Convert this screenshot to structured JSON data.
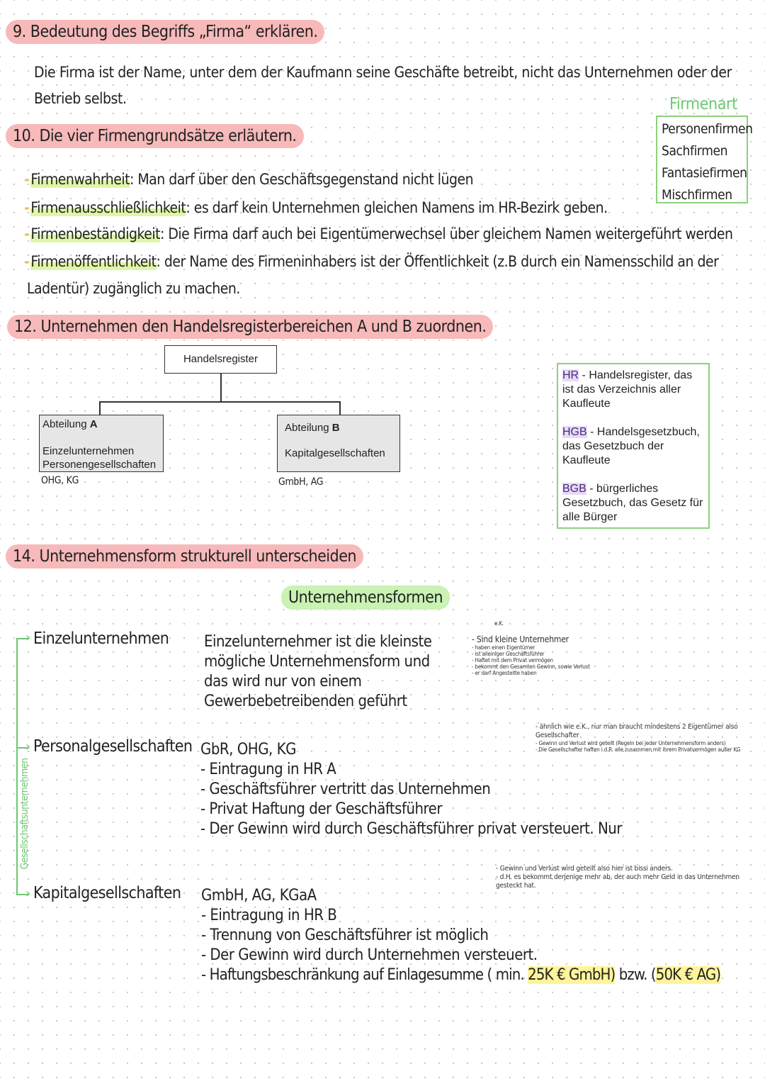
{
  "q9": {
    "heading": "9. Bedeutung des Begriffs „Firma“ erklären.",
    "text1": "Die Firma ist der Name, unter dem der Kaufmann seine Geschäfte betreibt, nicht das Unternehmen oder der",
    "text2": "Betrieb selbst."
  },
  "firmenart": {
    "title": "Firmenart",
    "items": [
      "Personenfirmen",
      "Sachfirmen",
      "Fantasiefirmen",
      "Mischfirmen"
    ]
  },
  "q10": {
    "heading": "10. Die vier Firmengrundsätze erläutern.",
    "bullets": [
      {
        "term": "Firmenwahrheit",
        "text": ": Man darf über den Geschäftsgegenstand nicht lügen"
      },
      {
        "term": "Firmenausschließlichkeit",
        "text": ": es darf kein Unternehmen gleichen Namens im HR-Bezirk geben."
      },
      {
        "term": "Firmenbeständigkeit",
        "text": ": Die Firma darf auch bei Eigentümerwechsel über gleichem Namen weitergeführt werden"
      },
      {
        "term": "Firmenöffentlichkeit",
        "text": ": der Name des Firmeninhabers ist der Öffentlichkeit (z.B durch ein Namensschild an der"
      }
    ],
    "continuation": "Ladentür) zugänglich zu machen."
  },
  "q12": {
    "heading": "12. Unternehmen den Handelsregisterbereichen A und B zuordnen.",
    "root": "Handelsregister",
    "a_prefix": "Abteilung ",
    "a_letter": "A",
    "a_line1": "Einzelunternehmen",
    "a_line2": "Personengesellschaften",
    "a_note": "OHG, KG",
    "b_prefix": "Abteilung ",
    "b_letter": "B",
    "b_line1": "Kapitalgesellschaften",
    "b_note": "GmbH, AG",
    "legend": [
      {
        "abbr": "HR",
        "text": " - Handelsregister, das ist das Verzeichnis aller Kaufleute"
      },
      {
        "abbr": "HGB",
        "text": " - Handelsgesetzbuch, das Gesetzbuch der Kaufleute"
      },
      {
        "abbr": "BGB",
        "text": " - bürgerliches Gesetzbuch, das Gesetz für alle Bürger"
      }
    ]
  },
  "q14": {
    "heading": "14. Unternehmensform strukturell unterscheiden",
    "center": "Unternehmensformen",
    "side_label": "Gesellschaftsunternehmen",
    "einzel": {
      "label": "Einzelunternehmen",
      "lines": [
        "Einzelunternehmer ist die kleinste",
        "mögliche Unternehmensform und",
        "das wird nur von einem",
        "Gewerbebetreibenden geführt"
      ],
      "note_title": "e.K.",
      "notes": [
        "- Sind kleine Unternehmer",
        "- haben einen Eigentümer",
        "- ist alleiniger Geschäftsführer",
        "- Haftet mit dem Privat vermögen",
        "- bekommt den Gesamten Gewinn, sowie Verlust",
        "- er darf Angestellte haben"
      ]
    },
    "personal": {
      "label": "Personalgesellschaften",
      "lines": [
        "GbR, OHG, KG",
        "- Eintragung in HR A",
        "- Geschäftsführer vertritt das Unternehmen",
        "- Privat Haftung der Geschäftsführer",
        "- Der Gewinn wird durch Geschäftsführer privat versteuert. Nur"
      ],
      "notes": [
        "- ähnlich wie e.K., nur man braucht mindestens 2 Eigentümer also Gesellschafter",
        "- Gewinn und Verlust wird geteilt (Regeln bei jeder Unternehmensform anders)",
        "- Die Gesellschafter haften i.d.R. alle zusammen mit ihrem Privatvermögen außer KG"
      ]
    },
    "kapital": {
      "label": "Kapitalgesellschaften",
      "lines": [
        "GmbH, AG, KGaA",
        "- Eintragung in HR B",
        "- Trennung von Geschäftsführer ist möglich",
        "- Der Gewinn wird durch Unternehmen versteuert."
      ],
      "last_prefix": "- Haftungsbeschränkung auf Einlagesumme ( min. ",
      "last_mark1": "25K € GmbH)",
      "last_mid": " bzw. (",
      "last_mark2": "50K € AG)",
      "notes": [
        "- Gewinn und Verlust wird geteilt also hier ist bissi anders.",
        "- d.H. es bekommt derjenige mehr ab, der auch mehr Geld in das Unternehmen gesteckt hat."
      ]
    }
  }
}
